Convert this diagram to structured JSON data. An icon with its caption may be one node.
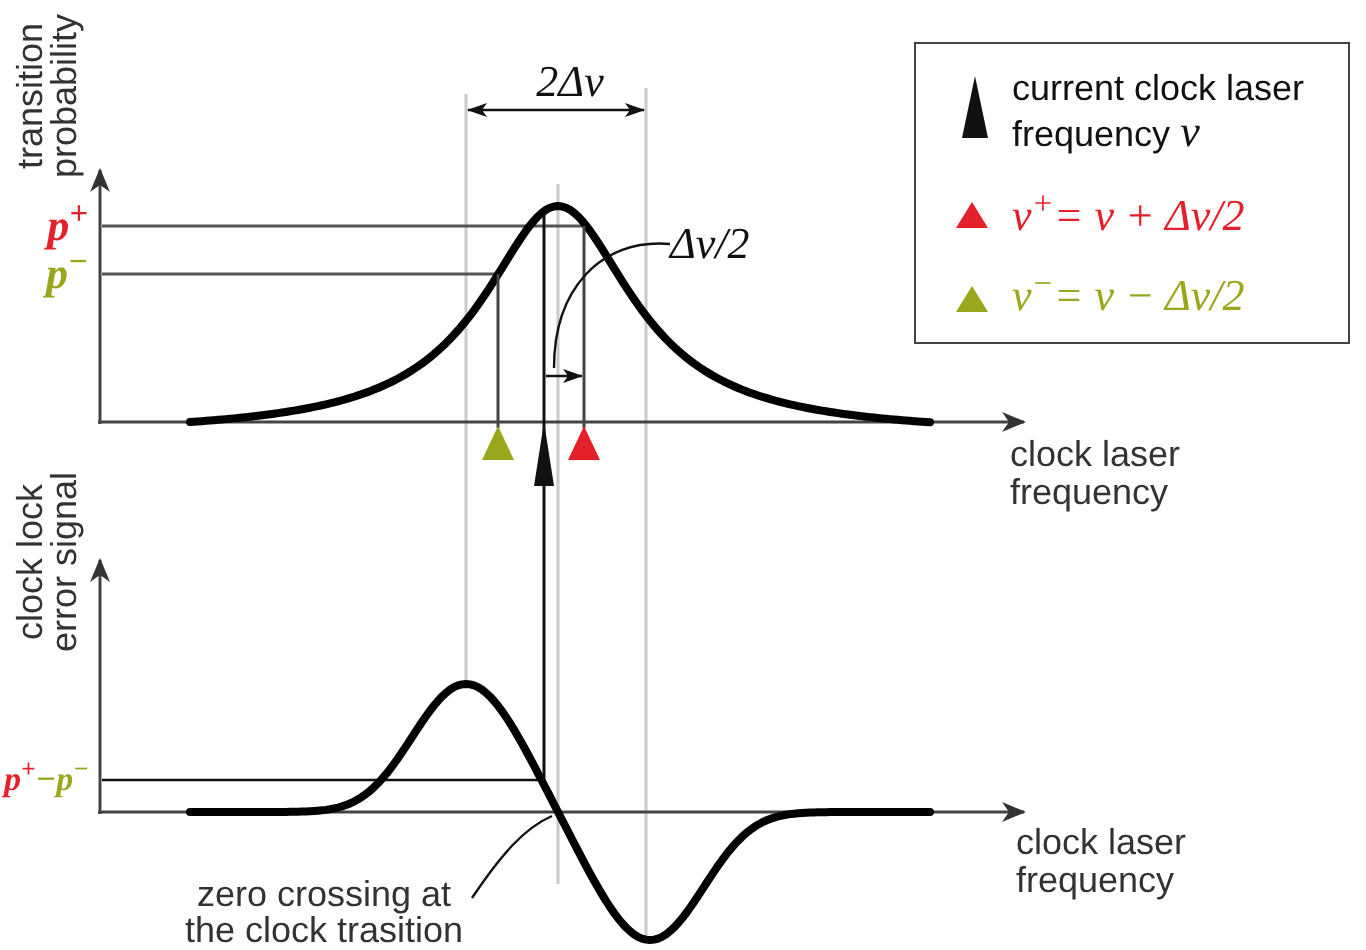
{
  "diagram": {
    "nodes": [
      {
        "text": [
          "Δν/2"
        ]
      },
      {
        "text": [
          "zero crossing at the clock trasition"
        ]
      }
    ],
    "edges": [
      {
        "from": 0,
        "to": null,
        "arrow": "none"
      },
      {
        "from": 1,
        "to": null,
        "arrow": "none"
      }
    ],
    "labels": [
      "transition probability",
      "2Δν",
      "p$^{+}$",
      "p$^{−}$",
      "clock laser frequency",
      "clock lock error signal",
      "p$^{+}$−p$^{−}$",
      "clock laser frequency"
    ],
    "legend": [
      {
        "text": "current clock laser frequency *ν*",
        "color": "#111111"
      },
      {
        "text": "ν$^{+}$= ν + Δν/2",
        "color": "#e4202a"
      },
      {
        "text": "ν$^{−}$= ν − Δν/2",
        "color": "#9aa61c"
      }
    ]
  }
}
